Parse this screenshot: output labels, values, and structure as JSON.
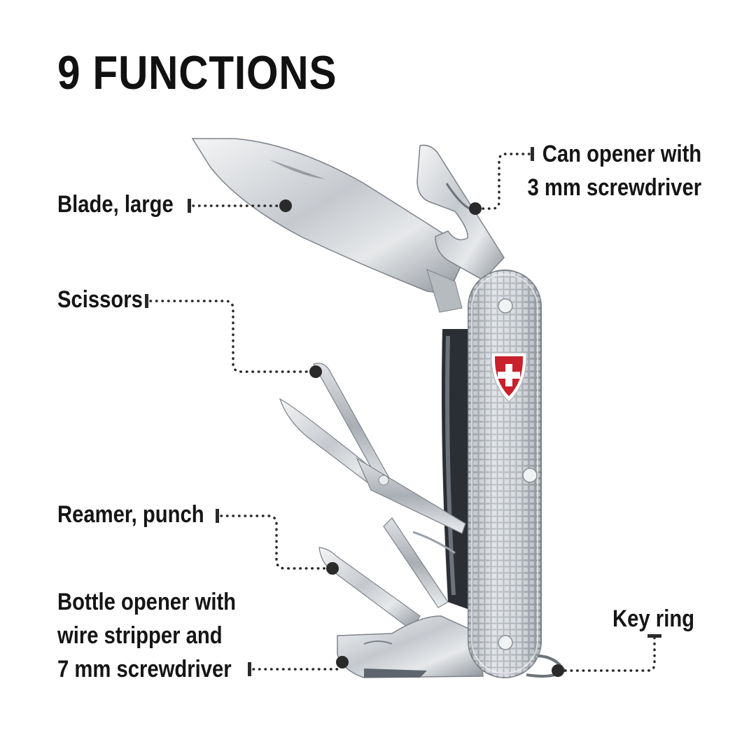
{
  "headline": "9 FUNCTIONS",
  "callouts": {
    "blade": {
      "lines": [
        "Blade, large"
      ]
    },
    "scissors": {
      "lines": [
        "Scissors"
      ]
    },
    "reamer": {
      "lines": [
        "Reamer, punch"
      ]
    },
    "bottle": {
      "lines": [
        "Bottle opener with",
        "wire stripper and",
        "7 mm screwdriver"
      ]
    },
    "can": {
      "lines": [
        "Can opener with",
        "3 mm screwdriver"
      ]
    },
    "keyring": {
      "lines": [
        "Key ring"
      ]
    }
  },
  "colors": {
    "text": "#151515",
    "leader": "#2a2a2a",
    "steel": "#c9cdd2",
    "alox": "#b9bec4",
    "emblem": "#c8202c"
  },
  "icons": [
    "swiss-cross-emblem"
  ]
}
